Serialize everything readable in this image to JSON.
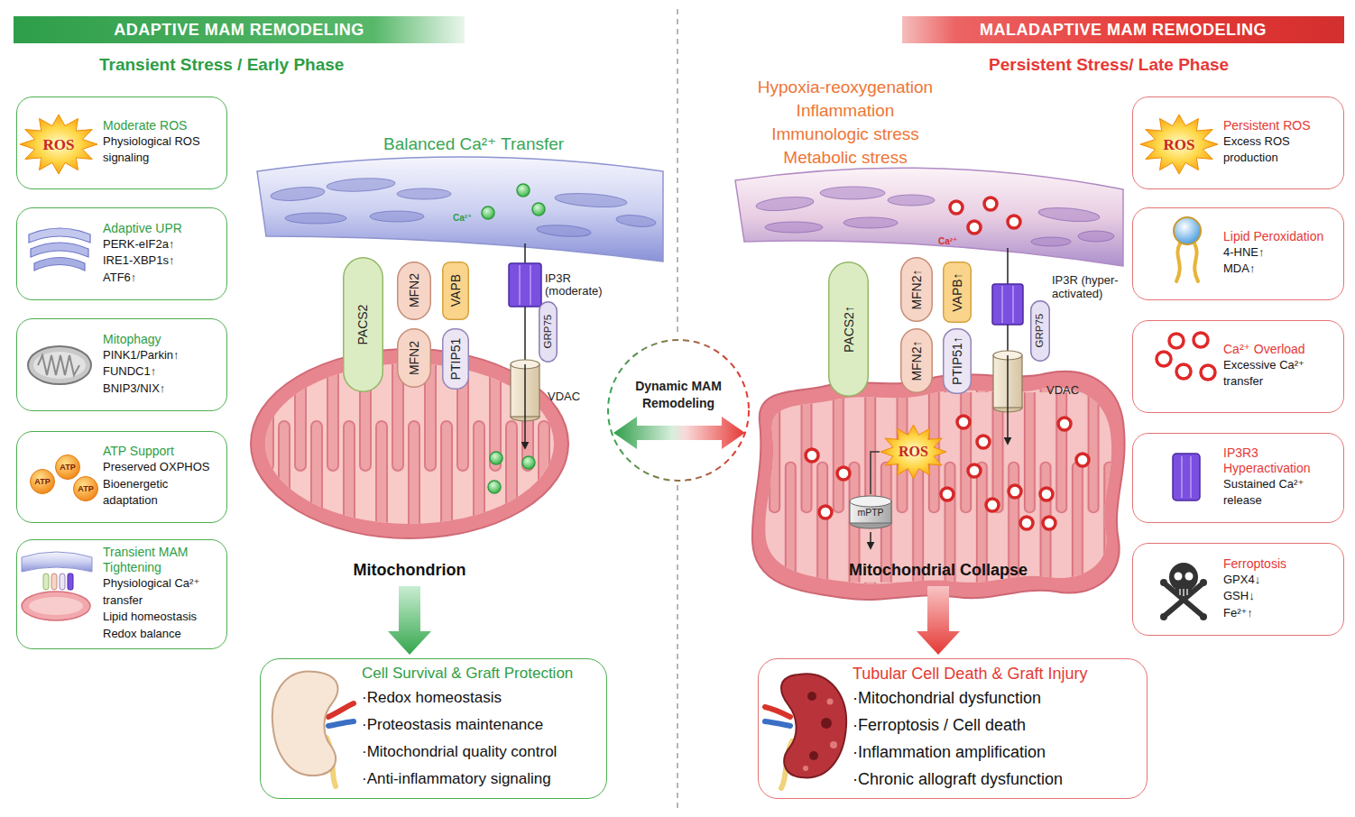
{
  "diagram": {
    "nodes": [
      {
        "text": [
          "ADAPTIVE MAM REMODELING"
        ]
      },
      {
        "text": [
          "Moderate ROS",
          "Physiological ROS signaling"
        ]
      },
      {
        "text": [
          "ROS"
        ],
        "in": 1
      },
      {
        "text": [
          "Adaptive UPR",
          "PERK-eIF2a↑",
          "IRE1-XBP1s↑",
          "ATF6↑"
        ]
      },
      {
        "text": [
          "Mitophagy",
          "PINK1/Parkin↑",
          "FUNDC1↑",
          "BNIP3/NIX↑"
        ]
      },
      {
        "text": [
          "ATP Support",
          "Preserved OXPHOS",
          "Bioenergetic adaptation"
        ]
      },
      {
        "text": [
          "ATP"
        ],
        "in": 5
      },
      {
        "text": [
          "ATP"
        ],
        "in": 5
      },
      {
        "text": [
          "ATP"
        ],
        "in": 5
      },
      {
        "text": [
          "Transient MAM Tightening",
          "Physiological Ca²⁺ transfer",
          "Lipid homeostasis",
          "Redox balance"
        ]
      },
      {
        "text": [
          "PACS2"
        ]
      },
      {
        "text": [
          "MFN2"
        ]
      },
      {
        "text": [
          "MFN2"
        ]
      },
      {
        "text": [
          "VAPB"
        ]
      },
      {
        "text": [
          "PTIP51"
        ]
      },
      {
        "text": [
          "GRP75"
        ]
      },
      {
        "text": [
          "Mitochondrion"
        ]
      },
      {
        "text": [
          "Cell Survival & Graft Protection",
          "·Redox homeostasis",
          "·Proteostasis maintenance",
          "·Mitochondrial quality control",
          "·Anti-inflammatory signaling"
        ]
      },
      {
        "text": [
          "Dynamic MAM Remodeling"
        ]
      },
      {
        "text": [
          "MALADAPTIVE MAM REMODELING"
        ]
      },
      {
        "text": [
          "PACS2↑"
        ]
      },
      {
        "text": [
          "MFN2↑"
        ]
      },
      {
        "text": [
          "MFN2↑"
        ]
      },
      {
        "text": [
          "VAPB↑"
        ]
      },
      {
        "text": [
          "PTIP51↑"
        ]
      },
      {
        "text": [
          "GRP75"
        ]
      },
      {
        "text": [
          "Mitochondrial Collapse"
        ]
      },
      {
        "text": [
          "ROS"
        ],
        "in": 26
      },
      {
        "text": [
          "mPTP"
        ],
        "in": 26
      },
      {
        "text": [
          "Persistent ROS",
          "Excess ROS production"
        ]
      },
      {
        "text": [
          "ROS"
        ],
        "in": 29
      },
      {
        "text": [
          "Lipid Peroxidation",
          "4-HNE↑",
          "MDA↑"
        ]
      },
      {
        "text": [
          "Ca²⁺ Overload",
          "Excessive Ca²⁺ transfer"
        ]
      },
      {
        "text": [
          "IP3R3 Hyperactivation",
          "Sustained Ca²⁺ release"
        ]
      },
      {
        "text": [
          "Ferroptosis",
          "GPX4↓",
          "GSH↓",
          "Fe²⁺↑"
        ]
      },
      {
        "text": [
          "Tubular Cell Death & Graft Injury",
          "·Mitochondrial dysfunction",
          "·Ferroptosis / Cell death",
          "·Inflammation amplification",
          "·Chronic allograft dysfunction"
        ]
      }
    ],
    "edges": [
      {
        "from": 16,
        "to": 17,
        "arrow": "to"
      },
      {
        "from": 26,
        "to": 35,
        "arrow": "to"
      },
      {
        "from": 27,
        "to": 28,
        "arrow": "none"
      }
    ],
    "labels": [
      "Transient Stress / Early Phase",
      "Balanced Ca²⁺ Transfer",
      "Ca²⁺",
      "IP3R (moderate)",
      "VDAC",
      "Persistent Stress/ Late Phase",
      "Hypoxia-reoxygenation",
      "Inflammation",
      "Immunologic stress",
      "Metabolic stress",
      "Ca²⁺",
      "IP3R (hyper- activated)",
      "VDAC"
    ]
  }
}
